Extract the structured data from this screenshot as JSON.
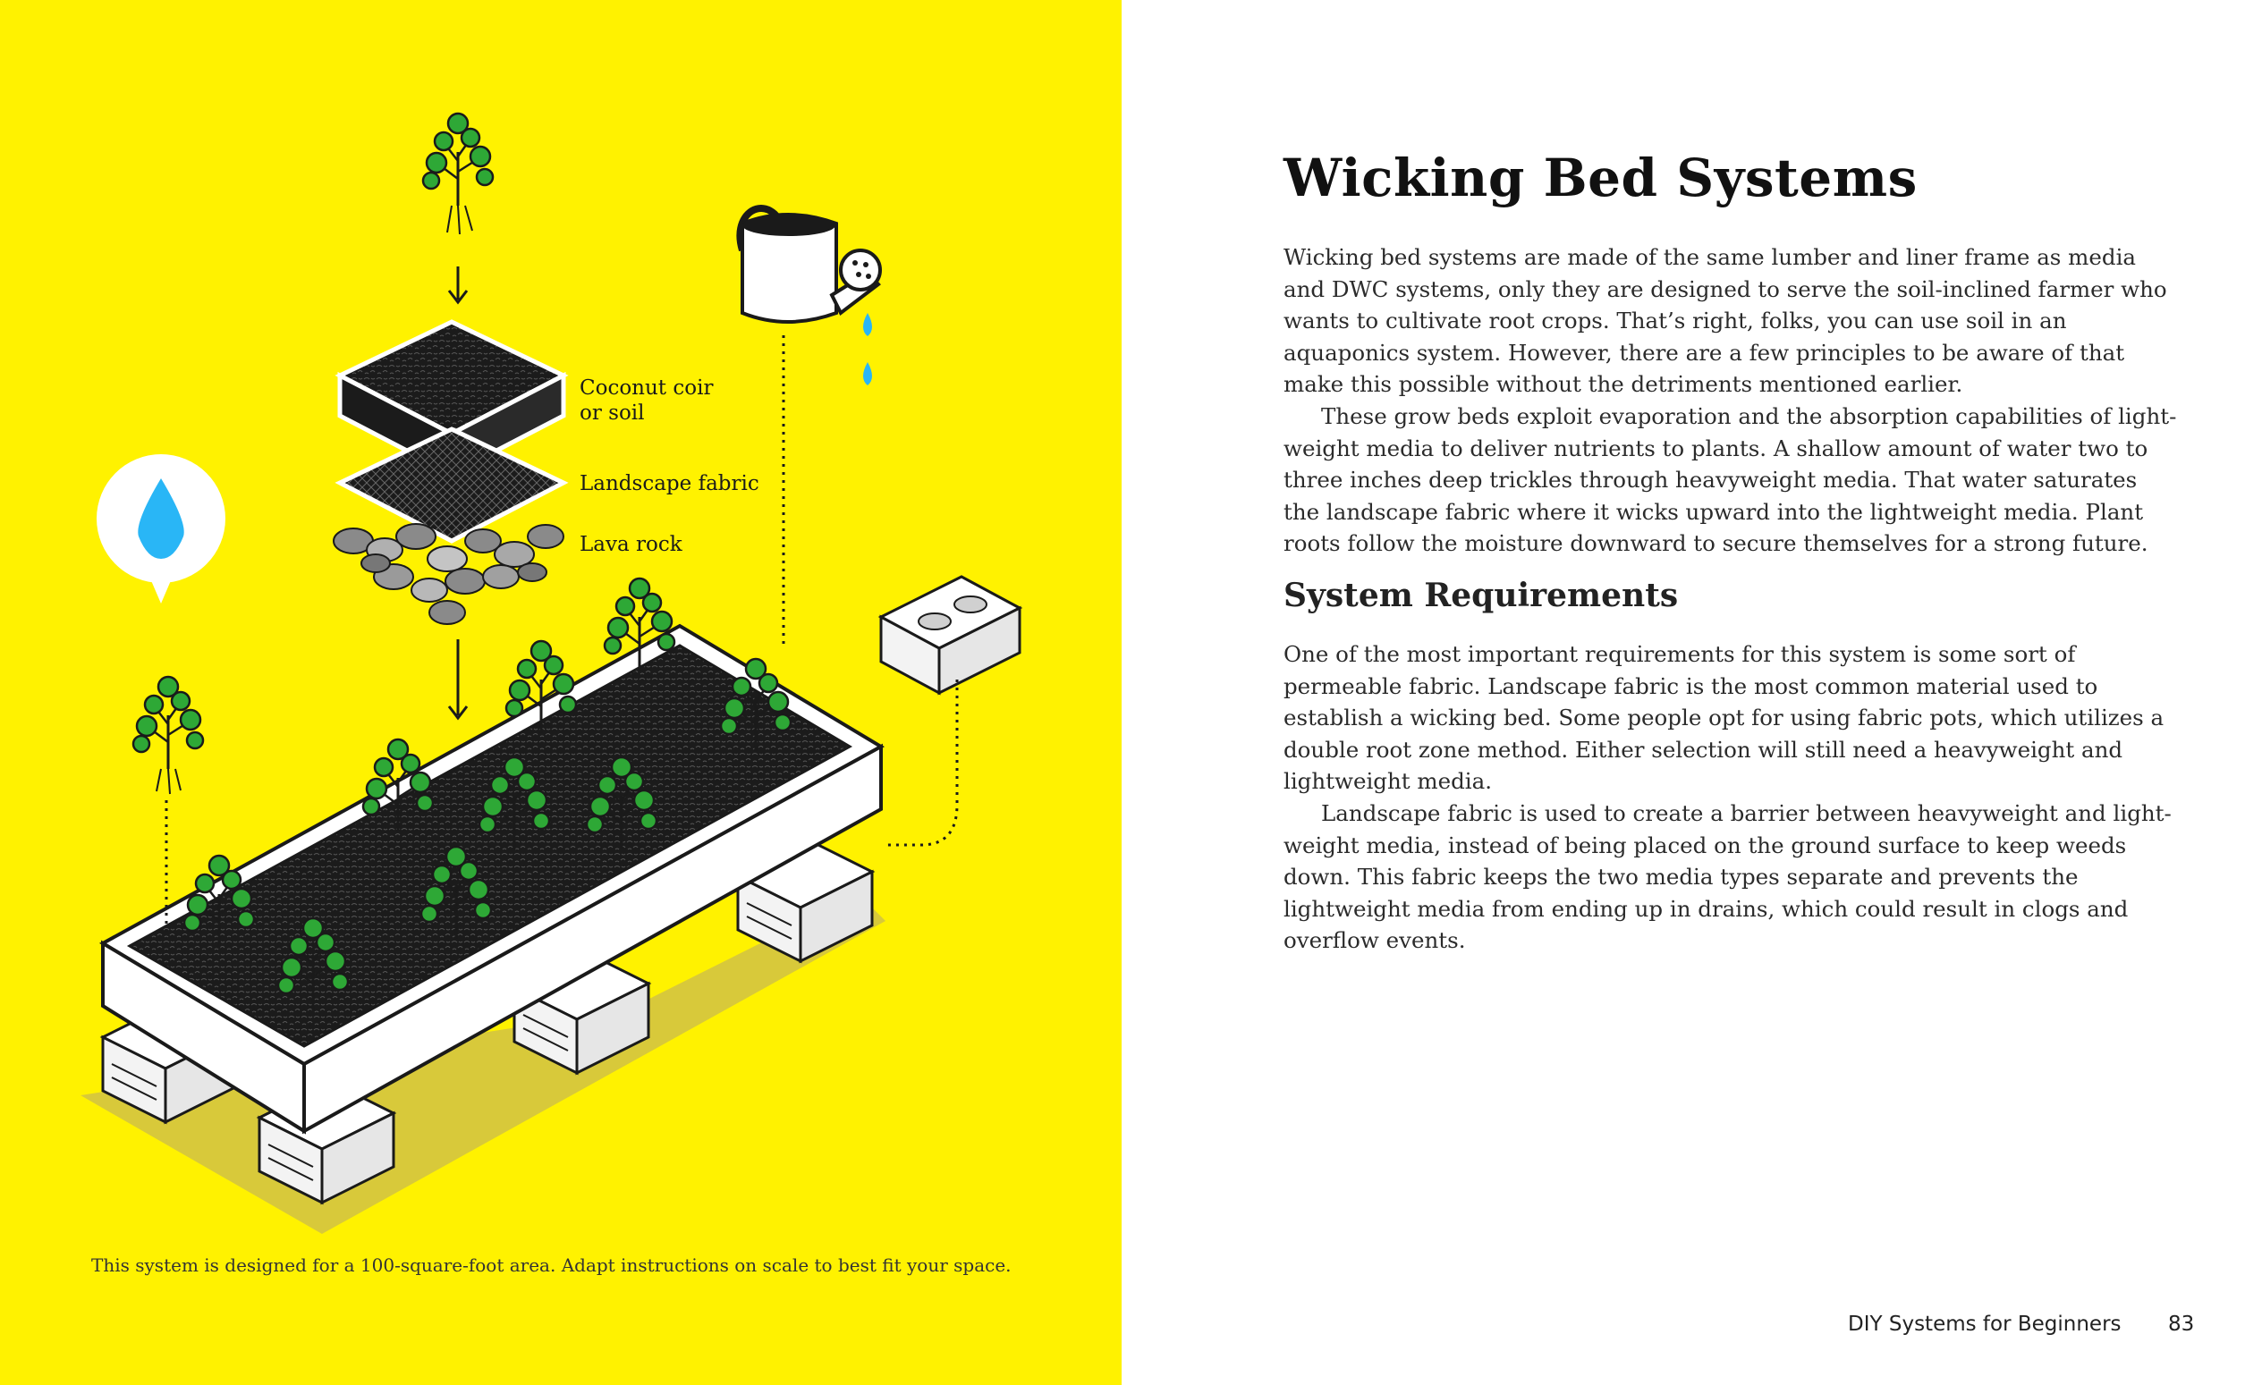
{
  "illustration": {
    "labels": {
      "coconut_coir": "Coconut coir",
      "or_soil": "or soil",
      "landscape_fabric": "Landscape fabric",
      "lava_rock": "Lava rock"
    },
    "caption": "This system is designed for a 100-square-foot area. Adapt instructions on scale to best fit your space.",
    "colors": {
      "background": "#fff200",
      "water": "#29b6f6",
      "soil": "#1a1a1a",
      "plant": "#2ea836",
      "shadow": "#d8c93a"
    }
  },
  "article": {
    "title": "Wicking Bed Systems",
    "intro": [
      "Wicking bed systems are made of the same lumber and liner frame as media and DWC systems, only they are designed to serve the soil-inclined farmer who wants to cultivate root crops. That’s right, folks, you can use soil in an aquaponics system. However, there are a few principles to be aware of that make this possible without the detriments mentioned earlier.",
      "These grow beds exploit evaporation and the absorption capabilities of light-weight media to deliver nutrients to plants. A shallow amount of water two to three inches deep trickles through heavyweight media. That water saturates the landscape fabric where it wicks upward into the lightweight media. Plant roots follow the moisture downward to secure themselves for a strong future."
    ],
    "section_title": "System Requirements",
    "section_body": [
      "One of the most important requirements for this system is some sort of permeable fabric. Landscape fabric is the most common material used to establish a wicking bed. Some people opt for using fabric pots, which utilizes a double root zone method. Either selection will still need a heavyweight and lightweight media.",
      "Landscape fabric is used to create a barrier between heavyweight and light-weight media, instead of being placed on the ground surface to keep weeds down. This fabric keeps the two media types separate and prevents the lightweight media from ending up in drains, which could result in clogs and overflow events."
    ]
  },
  "footer": {
    "running_title": "DIY Systems for Beginners",
    "page_number": "83"
  }
}
